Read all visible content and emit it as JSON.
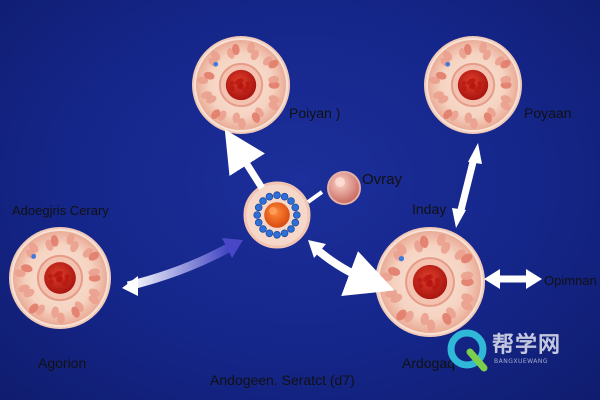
{
  "colors": {
    "background": "#15268a",
    "arrow": "#ffffff",
    "arrow_shadow": "#1a2a70",
    "cell_outer": "#f6d6c6",
    "cell_ring": "#e8a08a",
    "nucleus": "#c8201c",
    "zygote_core": "#e86020",
    "granule": "#3b7be0"
  },
  "icons": {
    "cell": "round-tissue-cell",
    "zygote": "orange-core-blue-granule-cell",
    "egg": "small-pink-egg-sphere",
    "watermark_logo": "q-shaped-leaf-logo"
  },
  "labels": {
    "top_middle": "Poiyan )",
    "top_right": "Poyaan",
    "center_small": "Ovray",
    "left_top": "Adoegjris Cerary",
    "right_mid": "Inday",
    "far_right": "Opimnan",
    "bottom_left": "Agorion",
    "bottom_center": "Andogeen. Seratct (d7)",
    "bottom_right": "Ardogaq"
  },
  "watermark": {
    "text": "帮学网",
    "subtext": "BANGXUEWANG"
  }
}
